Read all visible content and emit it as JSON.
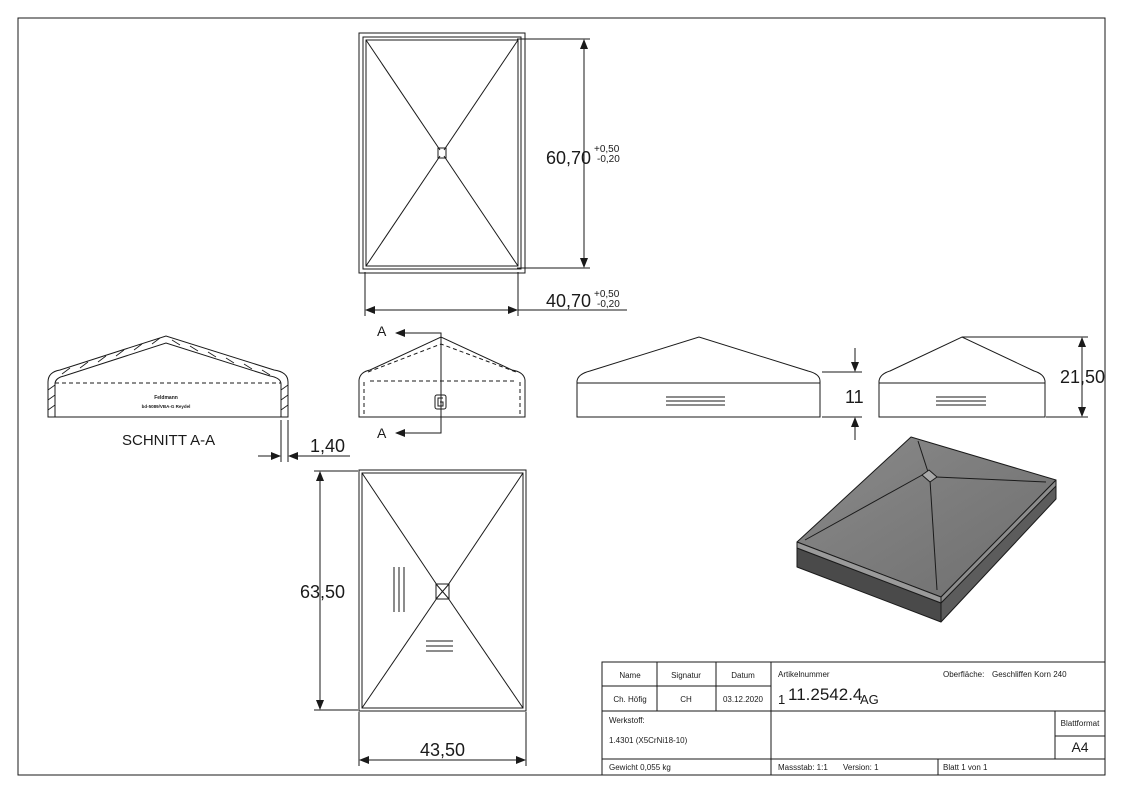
{
  "dimensions": {
    "top_height": "60,70",
    "top_height_tol_plus": "+0,50",
    "top_height_tol_minus": "-0,20",
    "top_width": "40,70",
    "top_width_tol_plus": "+0,50",
    "top_width_tol_minus": "-0,20",
    "thickness": "1,40",
    "side_height": "11",
    "total_height": "21,50",
    "bottom_height": "63,50",
    "bottom_width": "43,50"
  },
  "labels": {
    "section_title": "SCHNITT A-A",
    "section_mark_top": "A",
    "section_mark_bottom": "A",
    "engraving_line1": "Feldmann",
    "engraving_line2": "bd-5089/VBA-G Reydel"
  },
  "title_block": {
    "name_header": "Name",
    "signature_header": "Signatur",
    "date_header": "Datum",
    "name_value": "Ch. Höfig",
    "signature_value": "CH",
    "date_value": "03.12.2020",
    "article_label": "Artikelnummer",
    "article_prefix": "1",
    "article_number": "11.2542.4",
    "article_suffix": "AG",
    "surface_label": "Oberfläche:",
    "surface_value": "Geschliffen Korn 240",
    "material_label": "Werkstoff:",
    "material_value": "1.4301 (X5CrNi18-10)",
    "format_label": "Blattformat",
    "format_value": "A4",
    "weight": "Gewicht 0,055 kg",
    "scale": "Massstab: 1:1",
    "version": "Version: 1",
    "sheet": "Blatt 1 von 1"
  }
}
